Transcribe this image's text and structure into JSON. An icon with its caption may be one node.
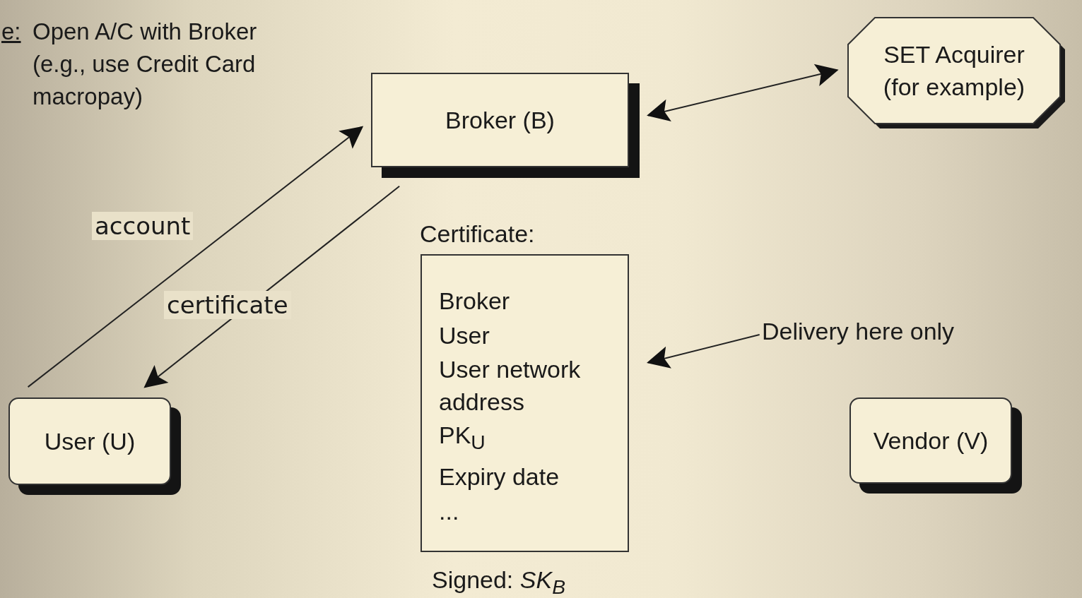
{
  "diagram": {
    "nodes": [
      {
        "text": [
          "Broker (B)"
        ]
      },
      {
        "text": [
          "SET Acquirer (for example)"
        ]
      },
      {
        "text": [
          "User (U)"
        ]
      },
      {
        "text": [
          "Certificate:",
          "Broker",
          "User",
          "User network address",
          "PK$_{U}$",
          "Expiry date",
          "..."
        ],
        "beside": [
          "Signed: *SK*$_{B}$"
        ]
      },
      {
        "text": [
          "Vendor (V)"
        ]
      },
      {
        "text": [
          "Delivery here only"
        ]
      }
    ],
    "edges": [
      {
        "from": 2,
        "to": 0,
        "arrow": "to",
        "label": "account"
      },
      {
        "from": 0,
        "to": 2,
        "arrow": "to",
        "label": "certificate"
      },
      {
        "from": 0,
        "to": 1,
        "arrow": "both"
      },
      {
        "from": 5,
        "to": 3,
        "arrow": "to"
      }
    ],
    "labels": [
      "e:",
      "Open A/C with Broker (e.g., use Credit Card macropay)"
    ]
  }
}
